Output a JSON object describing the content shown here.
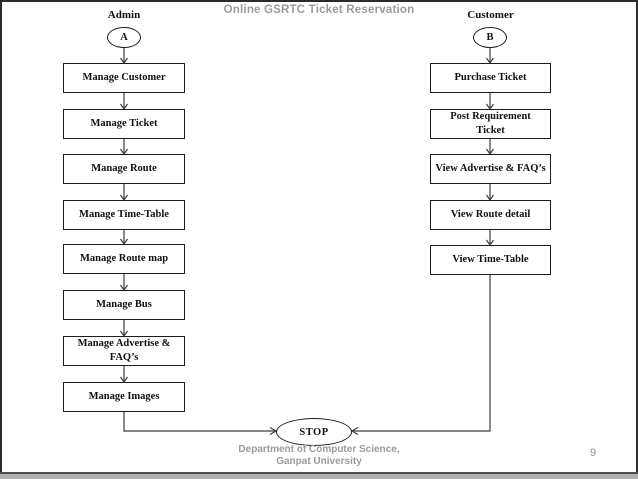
{
  "slide": {
    "title": "Online GSRTC Ticket Reservation",
    "page_number": "9",
    "footer": {
      "line1": "Department of Computer Science,",
      "line2": "Ganpat University"
    }
  },
  "diagram": {
    "admin_flow": {
      "header": "Admin",
      "connector_label": "A",
      "steps": [
        "Manage Customer",
        "Manage Ticket",
        "Manage Route",
        "Manage Time-Table",
        "Manage Route map",
        "Manage Bus",
        "Manage Advertise & FAQ’s",
        "Manage Images"
      ]
    },
    "customer_flow": {
      "header": "Customer",
      "connector_label": "B",
      "steps": [
        "Purchase Ticket",
        "Post Requirement Ticket",
        "View Advertise & FAQ’s",
        "View Route detail",
        "View Time-Table"
      ]
    },
    "terminator": "STOP"
  },
  "colors": {
    "diagram_ink": "#1c1c1c",
    "connector_stroke": "#3d3d3d",
    "muted_text": "#9b9b9b",
    "frame": "#2b2b2b",
    "bottom_bar": "#b1b1b1"
  }
}
